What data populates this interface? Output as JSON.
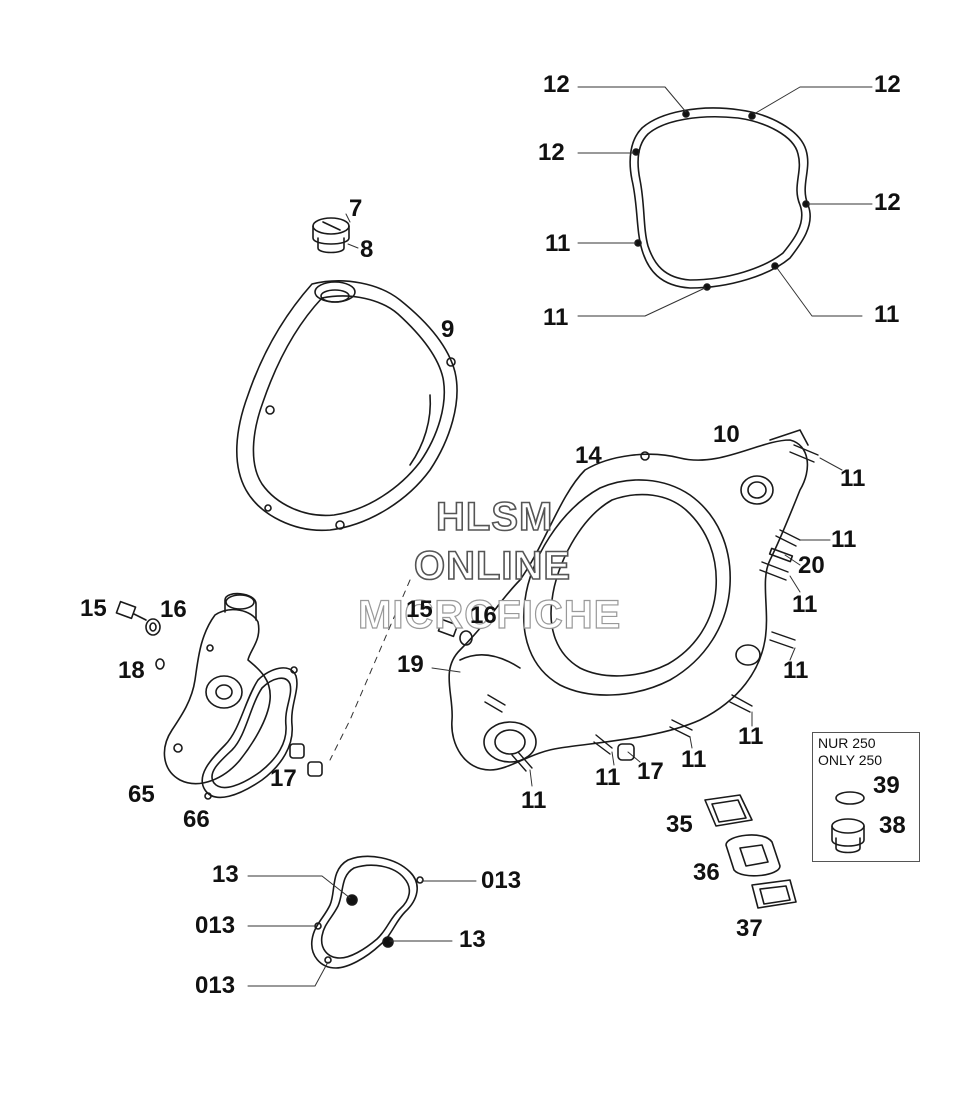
{
  "watermark": {
    "line1": "HLSM",
    "line2": "ONLINE",
    "line3": "MICROFICHE"
  },
  "note": {
    "line1": "NUR 250",
    "line2": "ONLY 250"
  },
  "callouts": {
    "c12_top_left": "12",
    "c12_top_right": "12",
    "c12_mid_left": "12",
    "c12_mid_right": "12",
    "c11_gasket_left_upper": "11",
    "c11_gasket_left_lower": "11",
    "c11_gasket_right_lower": "11",
    "c7": "7",
    "c8": "8",
    "c9": "9",
    "c10": "10",
    "c14": "14",
    "c11_case_top": "11",
    "c11_case_2": "11",
    "c20": "20",
    "c11_case_3": "11",
    "c11_case_4": "11",
    "c11_case_5": "11",
    "c11_case_6": "11",
    "c11_case_7": "11",
    "c11_case_8": "11",
    "c15_left": "15",
    "c16_left": "16",
    "c15_mid": "15",
    "c16_mid": "16",
    "c18": "18",
    "c19": "19",
    "c17_left": "17",
    "c17_mid": "17",
    "c65": "65",
    "c66": "66",
    "c39": "39",
    "c38": "38",
    "c35": "35",
    "c36": "36",
    "c37": "37",
    "c13_top": "13",
    "c013_top_right": "013",
    "c013_mid_left": "013",
    "c13_right": "13",
    "c013_bottom_left": "013"
  }
}
